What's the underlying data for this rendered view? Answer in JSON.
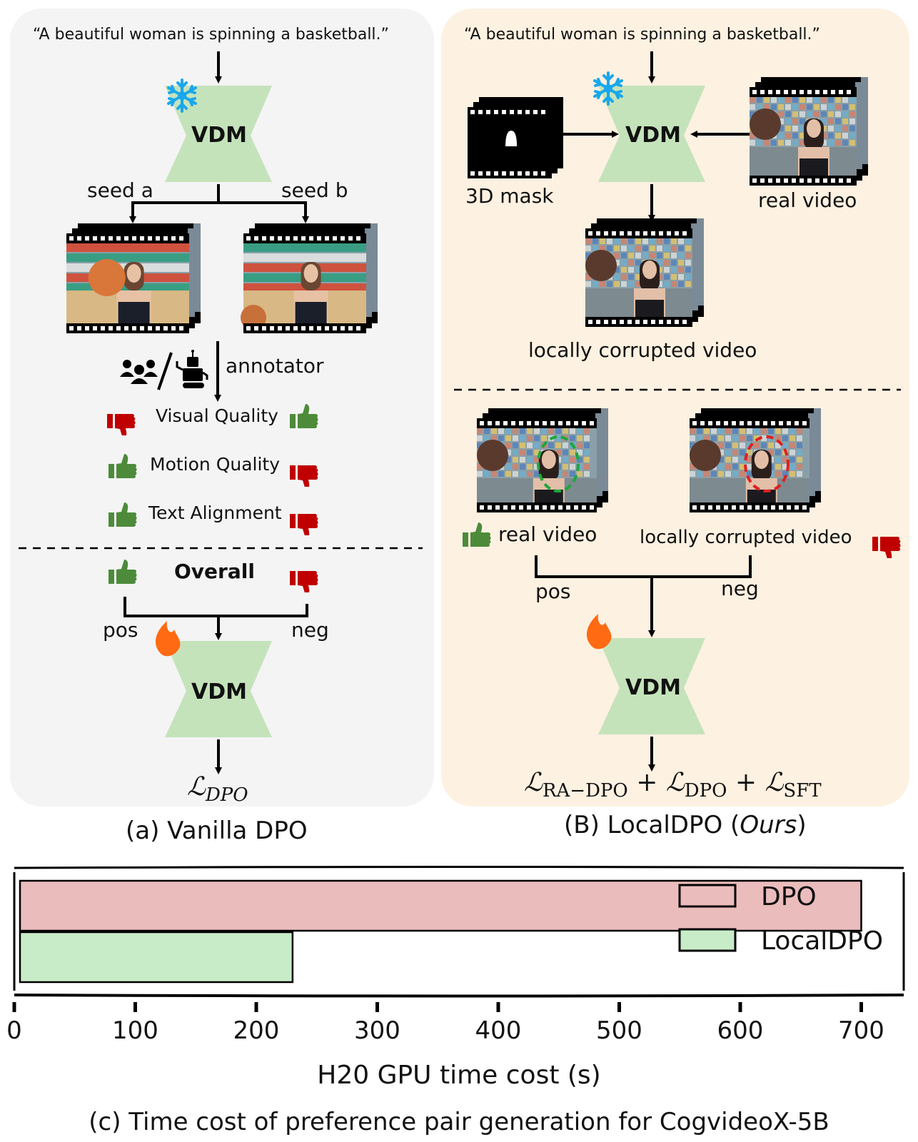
{
  "panel_a": {
    "prompt": "“A beautiful woman is spinning a basketball.”",
    "vdm_top": "VDM",
    "seed_a": "seed a",
    "seed_b": "seed b",
    "annotator": "annotator",
    "criteria": [
      {
        "label": "Visual  Quality",
        "left": "thumbs-down",
        "right": "thumbs-up"
      },
      {
        "label": "Motion Quality",
        "left": "thumbs-up",
        "right": "thumbs-down"
      },
      {
        "label": "Text Alignment",
        "left": "thumbs-up",
        "right": "thumbs-down"
      }
    ],
    "overall": "Overall",
    "pos": "pos",
    "neg": "neg",
    "vdm_bottom": "VDM",
    "loss_symbol": "ℒ",
    "loss_sub": "DPO",
    "caption": "(a) Vanilla DPO"
  },
  "panel_b": {
    "prompt": "“A beautiful woman is spinning a basketball.”",
    "vdm_top": "VDM",
    "mask_label": "3D mask",
    "real_video_label": "real video",
    "corrupted_label": "locally corrupted video",
    "pair_real_label": "real video",
    "pair_corrupted_label": "locally corrupted  video",
    "pos": "pos",
    "neg": "neg",
    "vdm_bottom": "VDM",
    "loss_terms": [
      {
        "symbol": "ℒ",
        "sub": "RA−DPO"
      },
      {
        "symbol": "ℒ",
        "sub": "DPO"
      },
      {
        "symbol": "ℒ",
        "sub": "SFT"
      }
    ],
    "plus": "+",
    "caption_prefix": "(B) LocalDPO (",
    "caption_italic": "Ours",
    "caption_suffix": ")"
  },
  "colors": {
    "panel_a_bg": "#f4f4f4",
    "panel_b_bg": "#fdf1e1",
    "vdm_green": "#c5e3bb",
    "thumb_up": "#4d8b3b",
    "thumb_down": "#c00000",
    "snowflake": "#1aa7ec",
    "flame": "#ff6a13",
    "dpo_bar": "#ebbcbc",
    "localdpo_bar": "#c8ecc8"
  },
  "chart_data": {
    "type": "bar",
    "orientation": "horizontal",
    "title": "(c) Time cost of preference pair generation for CogvideoX-5B",
    "xlabel": "H20 GPU time cost (s)",
    "ylabel": "",
    "xlim": [
      0,
      740
    ],
    "xticks": [
      0,
      100,
      200,
      300,
      400,
      500,
      600,
      700
    ],
    "categories": [
      "DPO",
      "LocalDPO"
    ],
    "series": [
      {
        "name": "DPO",
        "values": [
          700
        ],
        "color": "#ebbcbc"
      },
      {
        "name": "LocalDPO",
        "values": [
          230
        ],
        "color": "#c8ecc8"
      }
    ],
    "legend": {
      "position": "right",
      "entries": [
        "DPO",
        "LocalDPO"
      ]
    },
    "grid": false,
    "style": "xkcd"
  }
}
